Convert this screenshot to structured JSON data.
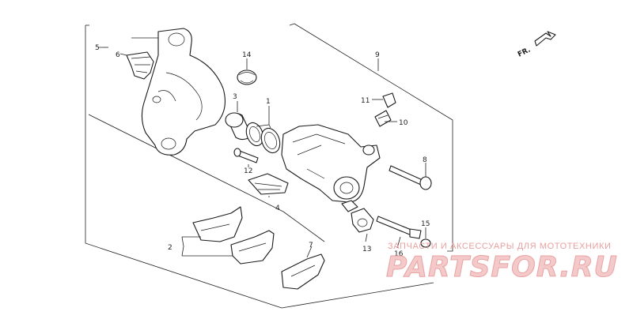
{
  "diagram": {
    "callouts": {
      "c1": "1",
      "c2": "2",
      "c3": "3",
      "c4": "4",
      "c5": "5",
      "c6": "6",
      "c7": "7",
      "c8": "8",
      "c9": "9",
      "c10": "10",
      "c11": "11",
      "c12": "12",
      "c13": "13",
      "c14": "14",
      "c15": "15",
      "c16": "16"
    },
    "direction_label": "FR."
  },
  "watermark": {
    "tagline": "ЗАПЧАСТИ И АКСЕССУАРЫ ДЛЯ МОТОТЕХНИКИ",
    "logo": "PARTSFOR.RU"
  }
}
